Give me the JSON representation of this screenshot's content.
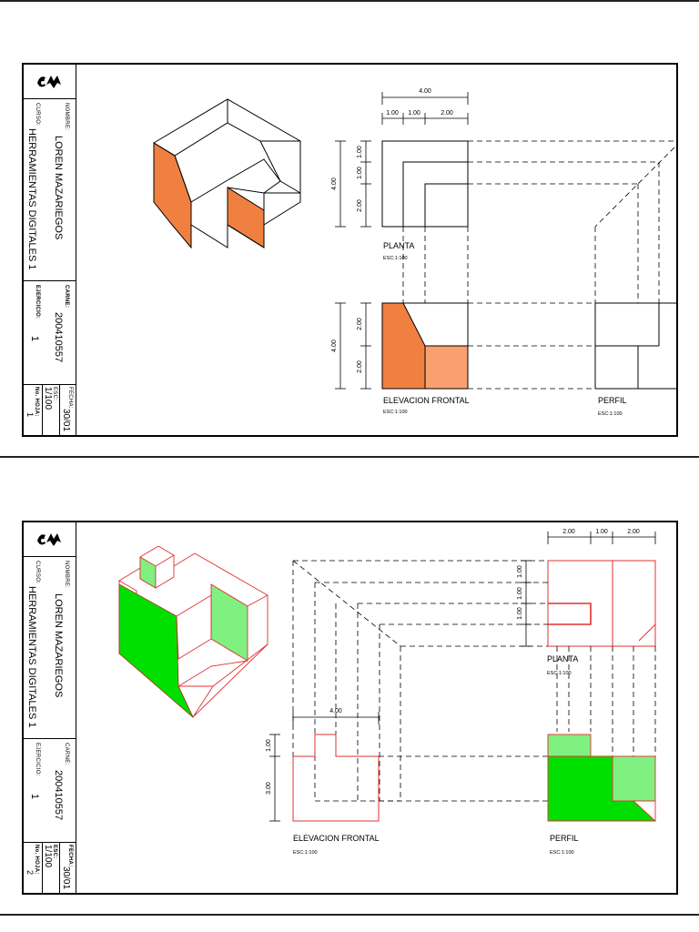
{
  "sheets": [
    {
      "title_block": {
        "name_label": "NOMBRE:",
        "name": "LOREN MAZARIEGOS",
        "course_label": "CURSO:",
        "course": "HERRAMIENTAS DIGITALES 1",
        "id_label": "CARNE:",
        "id_value": "200410557",
        "exercise_label": "EJERCICIO:",
        "exercise": "1",
        "scale_label": "ESC:",
        "scale": "1/100",
        "date_label": "FECHA:",
        "date": "30/01",
        "sheet_label": "No. HOJA:",
        "sheet": "1"
      },
      "views": {
        "top": "PLANTA",
        "top_scale": "ESC:1:100",
        "front": "ELEVACION FRONTAL",
        "front_scale": "ESC:1:100",
        "side": "PERFIL",
        "side_scale": "ESC:1:100"
      },
      "dims": {
        "total_w": "4.00",
        "w1": "1.00",
        "w2": "1.00",
        "w3": "2.00",
        "plan_d1": "1.00",
        "plan_d2": "1.00",
        "plan_d3": "2.00",
        "plan_total": "4.00",
        "elev_h1": "2.00",
        "elev_h2": "2.00",
        "elev_total": "4.00"
      },
      "colors": {
        "face_dark": "#f08040",
        "face_light": "#f8a070"
      }
    },
    {
      "title_block": {
        "name_label": "NOMBRE:",
        "name": "LOREN MAZARIEGOS",
        "course_label": "CURSO:",
        "course": "HERRAMIENTAS DIGITALES 1",
        "id_label": "CARNE:",
        "id_value": "200410557",
        "exercise_label": "EJERCICIO:",
        "exercise": "1",
        "scale_label": "ESC:",
        "scale": "1/100",
        "date_label": "FECHA:",
        "date": "30/01",
        "sheet_label": "No. HOJA:",
        "sheet": "2"
      },
      "views": {
        "top": "PLANTA",
        "top_scale": "ESC:1:100",
        "front": "ELEVACION FRONTAL",
        "front_scale": "ESC:1:100",
        "side": "PERFIL",
        "side_scale": "ESC:1:100"
      },
      "dims": {
        "w1": "2.00",
        "w2": "1.00",
        "w3": "2.00",
        "plan_d1": "1.00",
        "plan_d2": "1.00",
        "plan_d3": "1.00",
        "elev_w": "4.00",
        "elev_h1": "1.00",
        "elev_h2": "3.00"
      },
      "colors": {
        "face_dark": "#00e000",
        "face_light": "#80f080",
        "edge": "#e03030"
      }
    }
  ]
}
